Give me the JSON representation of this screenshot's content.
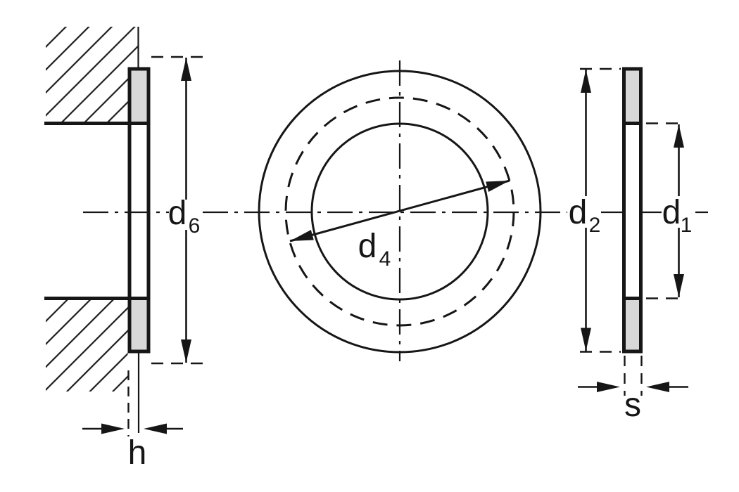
{
  "figure": {
    "labels": {
      "d6": {
        "base": "d",
        "sub": "6"
      },
      "d4": {
        "base": "d",
        "sub": "4"
      },
      "d2": {
        "base": "d",
        "sub": "2"
      },
      "d1": {
        "base": "d",
        "sub": "1"
      },
      "s": {
        "base": "s",
        "sub": ""
      },
      "h": {
        "base": "h",
        "sub": ""
      }
    },
    "colors": {
      "line": "#161616",
      "washer_fill": "#d8d8d8",
      "background": "#ffffff"
    }
  }
}
